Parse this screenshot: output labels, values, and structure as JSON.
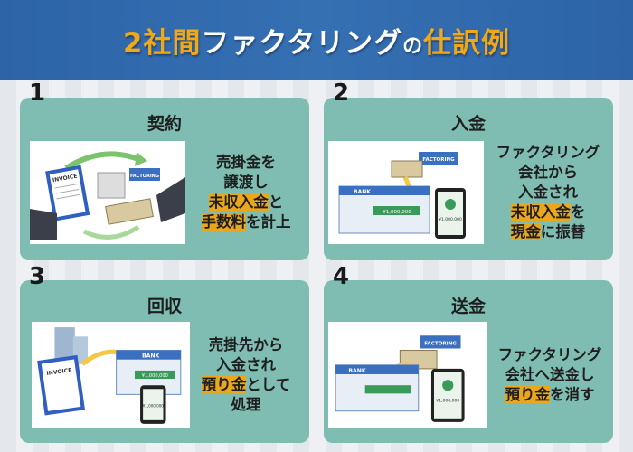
{
  "header": {
    "title_parts": [
      "2社間",
      "ファクタリング",
      "の",
      "仕訳例"
    ]
  },
  "colors": {
    "header_bg": "#2f6aad",
    "accent": "#f0a818",
    "card_bg": "#7fbcb1",
    "highlight": "#eaa71c"
  },
  "image_labels": {
    "invoice": "INVOICE",
    "factoring": "FACTORING",
    "bank": "BANK",
    "amount": "¥1,000,000"
  },
  "steps": [
    {
      "number": "1",
      "title": "契約",
      "lines": [
        [
          "売掛金を"
        ],
        [
          "譲渡し"
        ],
        [
          "未収入金",
          "と"
        ],
        [
          "手数料",
          "を計上"
        ]
      ]
    },
    {
      "number": "2",
      "title": "入金",
      "lines": [
        [
          "ファクタリング"
        ],
        [
          "会社から"
        ],
        [
          "入金され"
        ],
        [
          "未収入金",
          "を"
        ],
        [
          "現金",
          "に振替"
        ]
      ]
    },
    {
      "number": "3",
      "title": "回収",
      "lines": [
        [
          "売掛先から"
        ],
        [
          "入金され"
        ],
        [
          "預り金",
          "として"
        ],
        [
          "処理"
        ]
      ]
    },
    {
      "number": "4",
      "title": "送金",
      "lines": [
        [
          "ファクタリング"
        ],
        [
          "会社へ送金し"
        ],
        [
          "預り金",
          "を消す"
        ]
      ]
    }
  ]
}
